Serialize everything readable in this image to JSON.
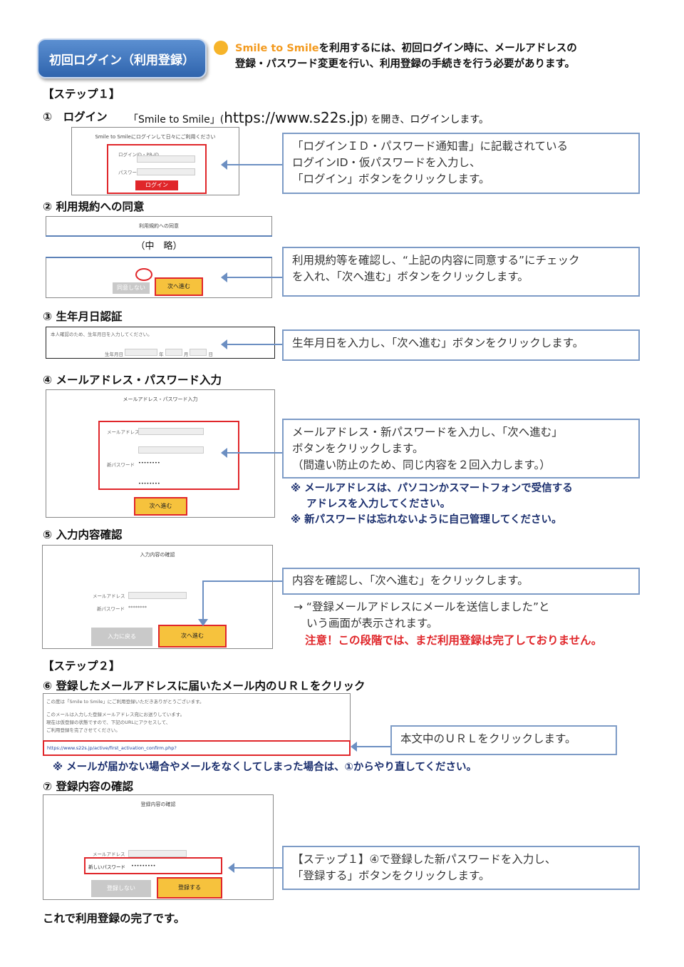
{
  "header": {
    "badge": "初回ログイン（利用登録）",
    "brand": "Smile to Smile",
    "intro_line1_rest": "を利用するには、初回ログイン時に、メールアドレスの",
    "intro_line2": "登録・パスワード変更を行い、利用登録の手続きを行う必要があります。"
  },
  "step1_heading": "【ステップ１】",
  "steps": {
    "s1": {
      "num": "①",
      "title": "ログイン",
      "desc_pre": "「Smile to Smile」(",
      "url": "https://www.s22s.jp",
      "desc_post": ") を開き、ログインします。",
      "shot_title": "Smile to Smileにログインして日々にご利用ください",
      "login_id_label": "ログインID・PR-ID",
      "password_label": "パスワード",
      "login_button": "ログイン",
      "callout": [
        "「ログインＩＤ・パスワード通知書」に記載されている",
        "ログインID・仮パスワードを入力し、",
        "「ログイン」ボタンをクリックします。"
      ]
    },
    "s2": {
      "num": "②",
      "title": "利用規約への同意",
      "shot_title": "利用規約への同意",
      "omitted": "（中　略）",
      "back_button": "同意しない",
      "next_button": "次へ進む",
      "callout": [
        "利用規約等を確認し、“上記の内容に同意する”にチェック",
        "を入れ、「次へ進む」ボタンをクリックします。"
      ]
    },
    "s3": {
      "num": "③",
      "title": "生年月日認証",
      "shot_text": "本人確認のため、生年月日を入力してください。",
      "dob_label": "生年月日",
      "year_unit": "年",
      "month_unit": "月",
      "day_unit": "日",
      "callout": [
        "生年月日を入力し、「次へ進む」ボタンをクリックします。"
      ]
    },
    "s4": {
      "num": "④",
      "title": "メールアドレス・パスワード入力",
      "shot_title": "メールアドレス・パスワード入力",
      "email_label": "メールアドレス",
      "password_label": "新パスワード",
      "password_mask": "••••••••",
      "next_button": "次へ進む",
      "callout": [
        "メールアドレス・新パスワードを入力し、「次へ進む」",
        "ボタンをクリックします。",
        "（間違い防止のため、同じ内容を２回入力します。）"
      ],
      "notes": [
        "※ メールアドレスは、パソコンかスマートフォンで受信する",
        "アドレスを入力してください。",
        "※ 新パスワードは忘れないように自己管理してください。"
      ]
    },
    "s5": {
      "num": "⑤",
      "title": "入力内容確認",
      "shot_title": "入力内容の確認",
      "email_label": "メールアドレス",
      "password_label": "新パスワード",
      "password_mask": "********",
      "back_button": "入力に戻る",
      "next_button": "次へ進む",
      "callout": [
        "内容を確認し、「次へ進む」をクリックします。"
      ],
      "result": [
        "→ “登録メールアドレスにメールを送信しました”と",
        "いう画面が表示されます。"
      ],
      "warning": "注意！この段階では、まだ利用登録は完了しておりません。"
    }
  },
  "step2_heading": "【ステップ２】",
  "steps2": {
    "s6": {
      "num": "⑥",
      "title": "登録したメールアドレスに届いたメール内のＵＲＬをクリック",
      "mail_lines": [
        "この度は「Smile to Smile」にご利用登録いただきありがとうございます。",
        "このメールは入力した登録メールアドレス宛にお送りしています。",
        "現在は仮登録の状態ですので、下記のURLにアクセスして、",
        "ご利用登録を完了させてください。"
      ],
      "mail_url": "https://www.s22s.jp/active/first_activation_confirm.php?",
      "callout": [
        "本文中のＵＲＬをクリックします。"
      ],
      "note": "※ メールが届かない場合やメールをなくしてしまった場合は、①からやり直してください。"
    },
    "s7": {
      "num": "⑦",
      "title": "登録内容の確認",
      "shot_title": "登録内容の確認",
      "email_label": "メールアドレス",
      "password_label": "新しいパスワード",
      "password_mask": "•••••••••",
      "back_button": "登録しない",
      "register_button": "登録する",
      "callout": [
        "【ステップ１】④で登録した新パスワードを入力し、",
        "「登録する」ボタンをクリックします。"
      ]
    }
  },
  "footer": "これで利用登録の完了です。",
  "colors": {
    "accent_blue": "#2f64ad",
    "red": "#e0262a",
    "orange": "#f39a1e",
    "yellow_button": "#f6c23d"
  }
}
